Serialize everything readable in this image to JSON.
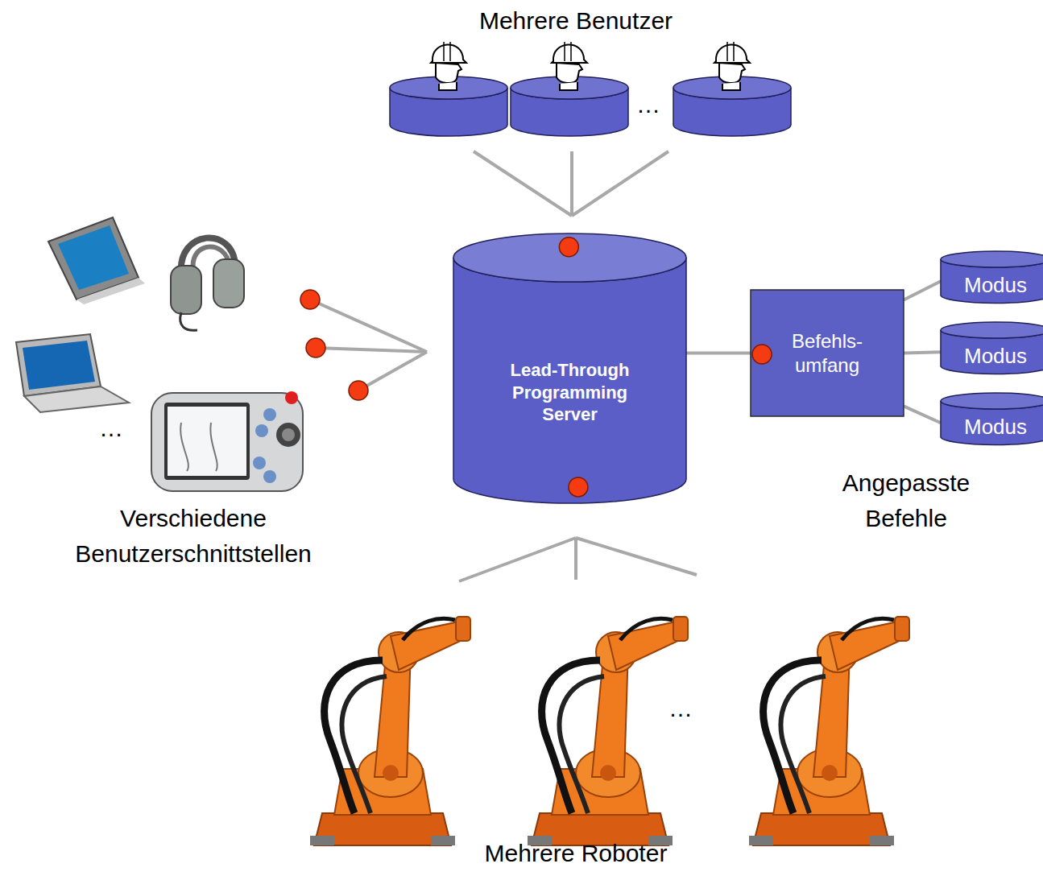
{
  "diagram": {
    "nodes": [
      {
        "text": [
          "Lead-Through Programming Server"
        ]
      },
      {
        "text": [
          "Befehls- umfang"
        ]
      },
      {
        "text": [
          "Modus"
        ]
      },
      {
        "text": [
          "Modus"
        ]
      },
      {
        "text": [
          "Modus"
        ]
      }
    ],
    "edges": [
      {
        "from": 0,
        "to": 1,
        "arrow": "none"
      },
      {
        "from": 1,
        "to": 2,
        "arrow": "none"
      },
      {
        "from": 1,
        "to": 3,
        "arrow": "none"
      },
      {
        "from": 1,
        "to": 4,
        "arrow": "none"
      }
    ],
    "labels": [
      "Mehrere Benutzer",
      "…",
      "Verschiedene Benutzerschnittstellen",
      "…",
      "Angepasste Befehle",
      "…",
      "Mehrere Roboter"
    ]
  }
}
